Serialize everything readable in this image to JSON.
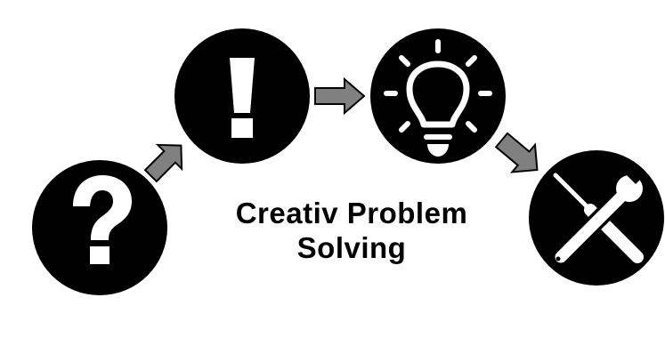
{
  "title": {
    "line1": "Creativ Problem",
    "line2": "Solving"
  },
  "steps": [
    {
      "id": "question",
      "icon": "question-mark-icon",
      "glyph": "?"
    },
    {
      "id": "exclamation",
      "icon": "exclamation-mark-icon",
      "glyph": "!"
    },
    {
      "id": "idea",
      "icon": "lightbulb-icon"
    },
    {
      "id": "tools",
      "icon": "screwdriver-wrench-icon"
    }
  ],
  "arrows": [
    {
      "from": "question",
      "to": "exclamation",
      "direction": "up-right"
    },
    {
      "from": "exclamation",
      "to": "idea",
      "direction": "right"
    },
    {
      "from": "idea",
      "to": "tools",
      "direction": "down-right"
    }
  ],
  "colors": {
    "circle": "#000000",
    "icon": "#ffffff",
    "arrow_fill": "#808080",
    "arrow_stroke": "#000000",
    "background": "#ffffff"
  }
}
